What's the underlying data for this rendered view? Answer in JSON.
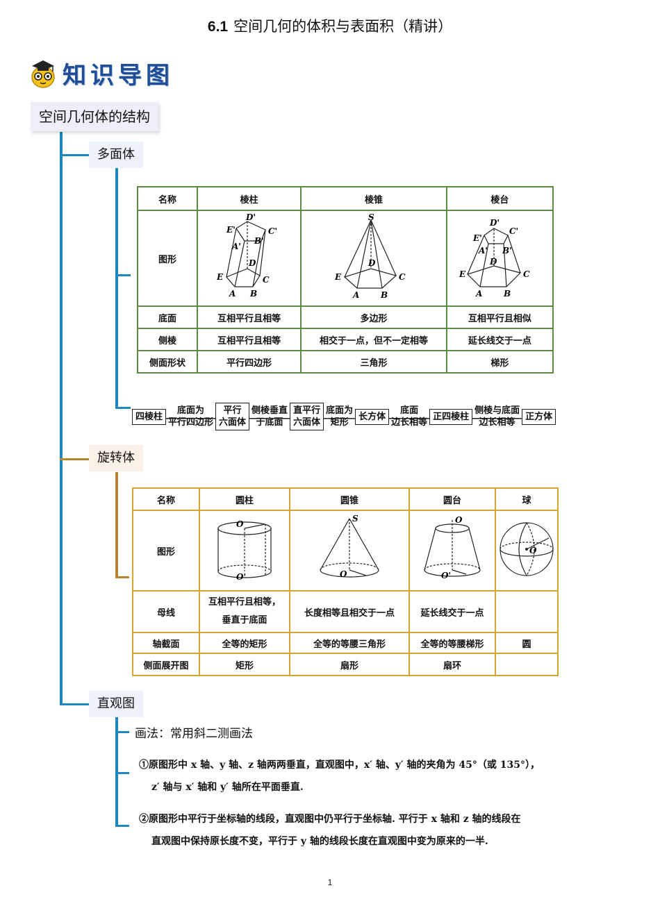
{
  "header": {
    "number": "6.1",
    "title": "空间几何的体积与表面积（精讲）"
  },
  "banner": {
    "icon": "scholar-owl-icon",
    "text": "知识导图"
  },
  "mindmap": {
    "root": "空间几何体的结构",
    "branch1": "多面体",
    "branch2": "旋转体",
    "branch3": "直观图"
  },
  "polyhedra_table": {
    "headers": [
      "名称",
      "棱柱",
      "棱锥",
      "棱台"
    ],
    "figure_label": "图形",
    "rows": [
      {
        "label": "底面",
        "cells": [
          "互相平行且相等",
          "多边形",
          "互相平行且相似"
        ]
      },
      {
        "label": "侧棱",
        "cells": [
          "互相平行且相等",
          "相交于一点，但不一定相等",
          "延长线交于一点"
        ]
      },
      {
        "label": "侧面形状",
        "cells": [
          "平行四边形",
          "三角形",
          "梯形"
        ]
      }
    ],
    "prism_labels": [
      "D'",
      "E'",
      "C'",
      "B'",
      "A'",
      "D",
      "E",
      "C",
      "A",
      "B"
    ],
    "pyramid_labels": [
      "S",
      "D",
      "E",
      "C",
      "A",
      "B"
    ],
    "frustum_labels": [
      "D'",
      "E'",
      "C'",
      "A'",
      "B'",
      "D",
      "E",
      "C",
      "A",
      "B"
    ]
  },
  "flow": {
    "items": [
      "四棱柱",
      "底面为|平行四边形",
      "平行|六面体",
      "侧棱垂直|于底面",
      "直平行|六面体",
      "底面为|矩形",
      "长方体",
      "底面|边长相等",
      "正四棱柱",
      "侧棱与底面|边长相等",
      "正方体"
    ]
  },
  "rotation_table": {
    "headers": [
      "名称",
      "圆柱",
      "圆锥",
      "圆台",
      "球"
    ],
    "figure_label": "图形",
    "rows": [
      {
        "label": "母线",
        "cells": [
          "互相平行且相等，|垂直于底面",
          "长度相等且相交于一点",
          "延长线交于一点",
          ""
        ]
      },
      {
        "label": "轴截面",
        "cells": [
          "全等的矩形",
          "全等的等腰三角形",
          "全等的等腰梯形",
          "圆"
        ]
      },
      {
        "label": "侧面展开图",
        "cells": [
          "矩形",
          "扇形",
          "扇环",
          ""
        ]
      }
    ],
    "figure_letters": {
      "o": "O",
      "o_prime": "O'",
      "s": "S"
    }
  },
  "intuitive": {
    "method": "画法：常用斜二测画法",
    "rule1_line1": "①原图形中 x 轴、y 轴、z 轴两两垂直，直观图中，x′ 轴、y′ 轴的夹角为 45°（或 135°），",
    "rule1_line2": "z′ 轴与 x′ 轴和 y′ 轴所在平面垂直.",
    "rule2_line1": "②原图形中平行于坐标轴的线段，直观图中仍平行于坐标轴. 平行于 x 轴和 z 轴的线段在",
    "rule2_line2": "直观图中保持原长度不变，平行于 y 轴的线段长度在直观图中变为原来的一半."
  },
  "footer": {
    "page": "1"
  },
  "colors": {
    "tree_blue": "#1e87c0",
    "tree_brown": "#b8862f",
    "table_green": "#5b8a43",
    "table_gold": "#d4a72c"
  }
}
